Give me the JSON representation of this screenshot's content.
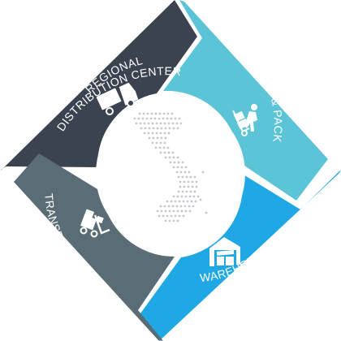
{
  "cycle": {
    "segments": [
      {
        "id": "regional",
        "lines": [
          "REGIONAL",
          "DISTRIBUTION CENTER"
        ],
        "color": "#3b4250",
        "icon": "delivery-truck-icon"
      },
      {
        "id": "pick-pack",
        "lines": [
          "PICK & PACK"
        ],
        "color": "#5bc4d6",
        "icon": "hand-truck-worker-icon"
      },
      {
        "id": "warehousing",
        "lines": [
          "WAREHOUSING"
        ],
        "color": "#1fa8e4",
        "icon": "warehouse-icon"
      },
      {
        "id": "transportation",
        "lines": [
          "TRANSPORTATION"
        ],
        "color": "#5a6c75",
        "icon": "forklift-icon"
      }
    ],
    "center_icon": "vietnam-dotted-map-icon"
  }
}
